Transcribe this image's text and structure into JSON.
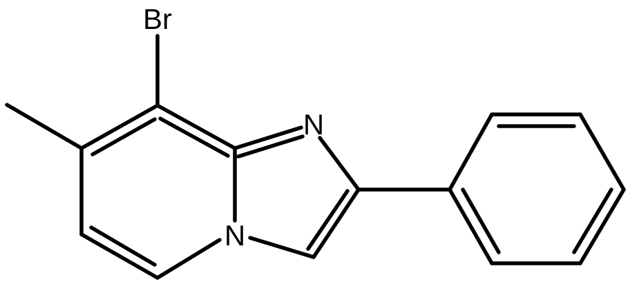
{
  "molecule": {
    "atoms": {
      "bromine": "Br",
      "ring_nitrogen": "N",
      "bridgehead_nitrogen": "N"
    }
  },
  "colors": {
    "bond": "#000000",
    "label": "#000000",
    "background": "#ffffff"
  }
}
